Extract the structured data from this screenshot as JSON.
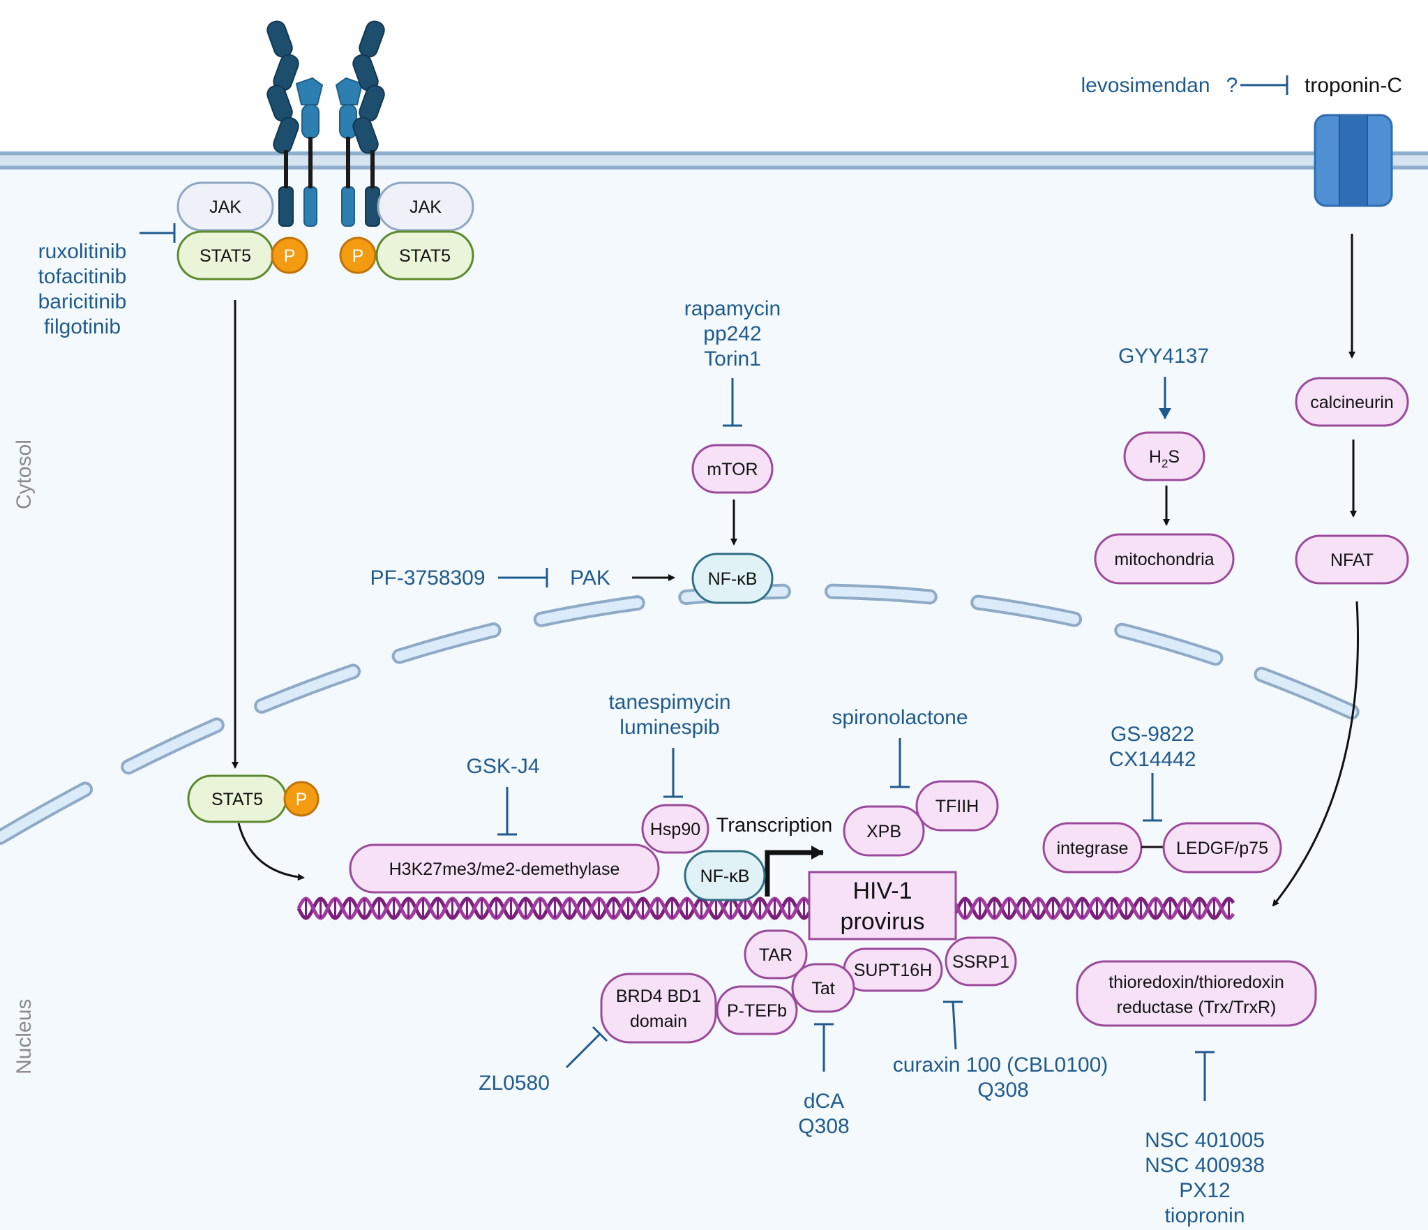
{
  "compartments": {
    "cytosol": "Cytosol",
    "nucleus": "Nucleus"
  },
  "receptor": {
    "jak_left": "JAK",
    "jak_right": "JAK",
    "stat5_left": "STAT5",
    "stat5_right": "STAT5",
    "p_left": "P",
    "p_right": "P"
  },
  "jak_inhibitors": [
    "ruxolitinib",
    "tofacitinib",
    "baricitinib",
    "filgotinib"
  ],
  "nuclear_stat5": {
    "stat5": "STAT5",
    "p": "P"
  },
  "troponin_branch": {
    "drug": "levosimendan",
    "question": "?",
    "target": "troponin-C",
    "calcineurin": "calcineurin",
    "nfat": "NFAT"
  },
  "mtor_branch": {
    "inhibitors": [
      "rapamycin",
      "pp242",
      "Torin1"
    ],
    "mtor": "mTOR",
    "nfkb": "NF-κB"
  },
  "pak_branch": {
    "drug": "PF-3758309",
    "target": "PAK"
  },
  "h2s_branch": {
    "donor": "GYY4137",
    "h2s_main": "H",
    "h2s_sub": "2",
    "h2s_end": "S",
    "mitochondria": "mitochondria"
  },
  "nucleus": {
    "gskj4": "GSK-J4",
    "demethylase": "H3K27me3/me2-demethylase",
    "hsp90_inhibitors": [
      "tanespimycin",
      "luminespib"
    ],
    "hsp90": "Hsp90",
    "transcription": "Transcription",
    "nfkb": "NF-κB",
    "spironolactone": "spironolactone",
    "xpb": "XPB",
    "tfiih": "TFIIH",
    "ledgf_inhibitors": [
      "GS-9822",
      "CX14442"
    ],
    "integrase": "integrase",
    "ledgf": "LEDGF/p75",
    "provirus_line1": "HIV-1",
    "provirus_line2": "provirus",
    "tar": "TAR",
    "ssrp1": "SSRP1",
    "supt16h": "SUPT16H",
    "tat": "Tat",
    "ptefb": "P-TEFb",
    "brd4_line1": "BRD4 BD1",
    "brd4_line2": "domain",
    "zl0580": "ZL0580",
    "tat_inhibitors": [
      "dCA",
      "Q308"
    ],
    "fact_inhibitors": [
      "curaxin 100 (CBL0100)",
      "Q308"
    ],
    "trx_line1": "thioredoxin/thioredoxin",
    "trx_line2": "reductase (Trx/TrxR)",
    "trx_inhibitors": [
      "NSC 401005",
      "NSC 400938",
      "PX12",
      "tiopronin"
    ]
  }
}
